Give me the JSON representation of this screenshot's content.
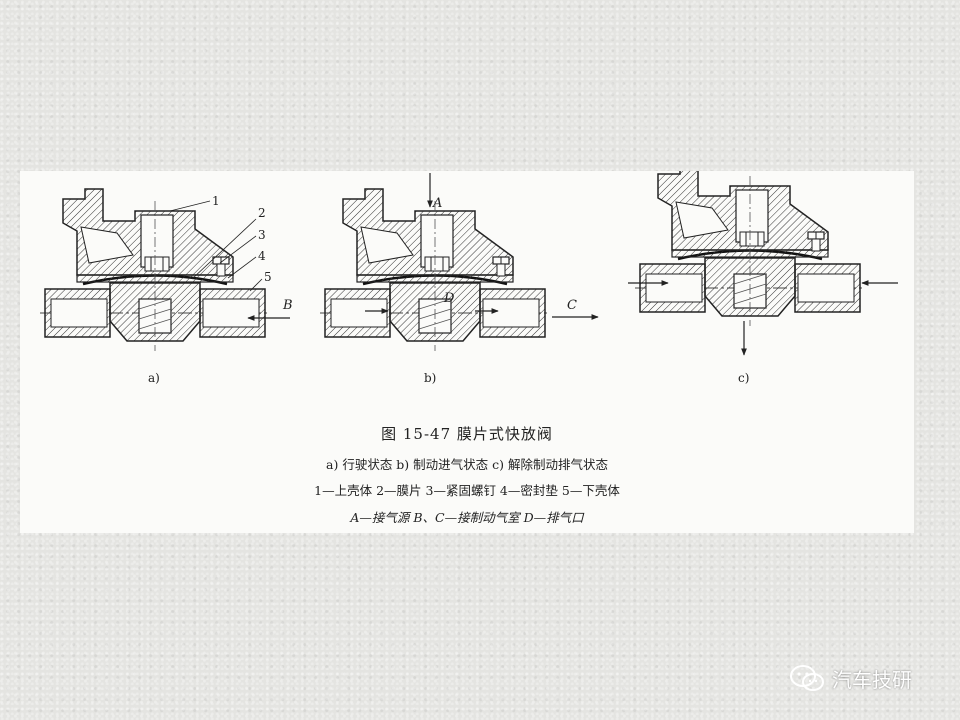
{
  "figure": {
    "labels": {
      "part_1": "1",
      "part_2": "2",
      "part_3": "3",
      "part_4": "4",
      "part_5": "5",
      "port_a": "A",
      "port_b": "B",
      "port_c": "C",
      "port_d": "D",
      "sub_a": "a)",
      "sub_b": "b)",
      "sub_c": "c)"
    },
    "caption": {
      "title": "图 15-47    膜片式快放阀",
      "states": "a) 行驶状态    b) 制动进气状态    c) 解除制动排气状态",
      "parts": "1—上壳体  2—膜片   3—紧固螺钉   4—密封垫   5—下壳体",
      "ports": "A—接气源   B、C—接制动气室   D—排气口"
    }
  },
  "watermark": {
    "text": "汽车技研",
    "icon": "wechat-icon"
  }
}
